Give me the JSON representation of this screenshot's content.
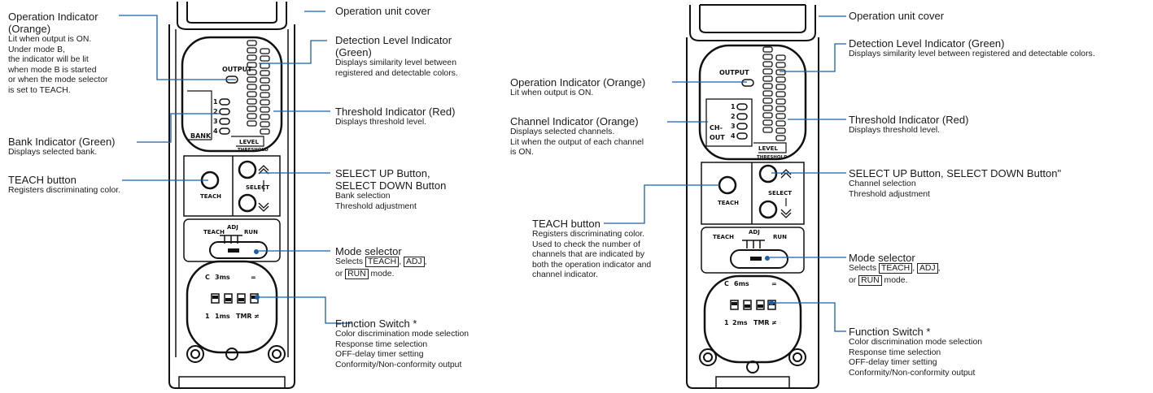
{
  "left": {
    "device": {
      "output_label": "OUTPUT",
      "bank_numbers": [
        "1",
        "2",
        "3",
        "4"
      ],
      "bank_label": "BANK",
      "level_label": "LEVEL",
      "threshold_label": "THRESHOLD",
      "teach_label": "TEACH",
      "select_label": "SELECT",
      "mode_teach": "TEACH",
      "mode_adj": "ADJ",
      "mode_run": "RUN",
      "sw_c": "C",
      "sw_3ms": "3ms",
      "sw_eq": "=",
      "sw_1": "1",
      "sw_1ms": "1ms",
      "sw_tmr": "TMR",
      "sw_ne": "≠"
    },
    "labels": {
      "operation_indicator": {
        "title_line1": "Operation Indicator",
        "title_line2": "(Orange)",
        "desc": [
          "Lit when output is ON.",
          "Under mode B,",
          "the indicator will be lit",
          "when mode B is started",
          "or when the mode selector",
          "is set to TEACH."
        ]
      },
      "bank_indicator": {
        "title": "Bank Indicator (Green)",
        "desc": "Displays selected bank."
      },
      "teach_button": {
        "title": "TEACH button",
        "desc": "Registers discriminating color."
      },
      "cover": {
        "title": "Operation unit cover"
      },
      "detection_level": {
        "title_line1": "Detection Level Indicator",
        "title_line2": "(Green)",
        "desc": [
          "Displays similarity level between",
          "registered and detectable colors."
        ]
      },
      "threshold": {
        "title": "Threshold Indicator (Red)",
        "desc": "Displays threshold level."
      },
      "select_buttons": {
        "title_line1": "SELECT UP Button,",
        "title_line2": "SELECT DOWN Button",
        "desc": [
          "Bank selection",
          "Threshold adjustment"
        ]
      },
      "mode_selector": {
        "title": "Mode selector",
        "desc_pre": "Selects",
        "opt1": "TEACH",
        "sep": ",",
        "opt2": "ADJ",
        "sep2": ",",
        "or": "or",
        "opt3": "RUN",
        "suffix": "mode."
      },
      "function_switch": {
        "title": "Function Switch *",
        "desc": [
          "Color discrimination mode selection",
          "Response time selection",
          "OFF-delay timer setting",
          "Conformity/Non-conformity output"
        ]
      }
    }
  },
  "right": {
    "device": {
      "output_label": "OUTPUT",
      "channel_numbers": [
        "1",
        "2",
        "3",
        "4"
      ],
      "ch_label_1": "CH-",
      "ch_label_2": "OUT",
      "level_label": "LEVEL",
      "threshold_label": "THRESHOLD",
      "teach_label": "TEACH",
      "select_label": "SELECT",
      "mode_teach": "TEACH",
      "mode_adj": "ADJ",
      "mode_run": "RUN",
      "sw_c": "C",
      "sw_6ms": "6ms",
      "sw_eq": "=",
      "sw_1": "1",
      "sw_2ms": "2ms",
      "sw_tmr": "TMR",
      "sw_ne": "≠"
    },
    "labels": {
      "cover": {
        "title": "Operation unit cover"
      },
      "detection_level": {
        "title": "Detection Level Indicator (Green)",
        "desc": "Displays similarity level between registered and detectable colors."
      },
      "operation_indicator": {
        "title": "Operation Indicator (Orange)",
        "desc": "Lit when output is ON."
      },
      "channel_indicator": {
        "title": "Channel Indicator (Orange)",
        "desc": [
          "Displays selected channels.",
          "Lit when the output of each channel",
          "is ON."
        ]
      },
      "threshold": {
        "title": "Threshold Indicator (Red)",
        "desc": "Displays threshold level."
      },
      "select_buttons": {
        "title": "SELECT UP Button, SELECT DOWN Button\"",
        "desc": [
          "Channel selection",
          "Threshold adjustment"
        ]
      },
      "teach_button": {
        "title": "TEACH button",
        "desc": [
          "Registers discriminating color.",
          "Used to check the number of",
          "channels that are indicated by",
          "both the operation indicator and",
          "channel indicator."
        ]
      },
      "mode_selector": {
        "title": "Mode selector",
        "desc_pre": "Selects",
        "opt1": "TEACH",
        "sep": ",",
        "opt2": "ADJ",
        "sep2": ",",
        "or": "or",
        "opt3": "RUN",
        "suffix": "mode."
      },
      "function_switch": {
        "title": "Function Switch *",
        "desc": [
          "Color discrimination mode selection",
          "Response time selection",
          "OFF-delay timer setting",
          "Conformity/Non-conformity output"
        ]
      }
    }
  },
  "colors": {
    "leader_line": "#1b5fa8",
    "device_line": "#111111"
  }
}
